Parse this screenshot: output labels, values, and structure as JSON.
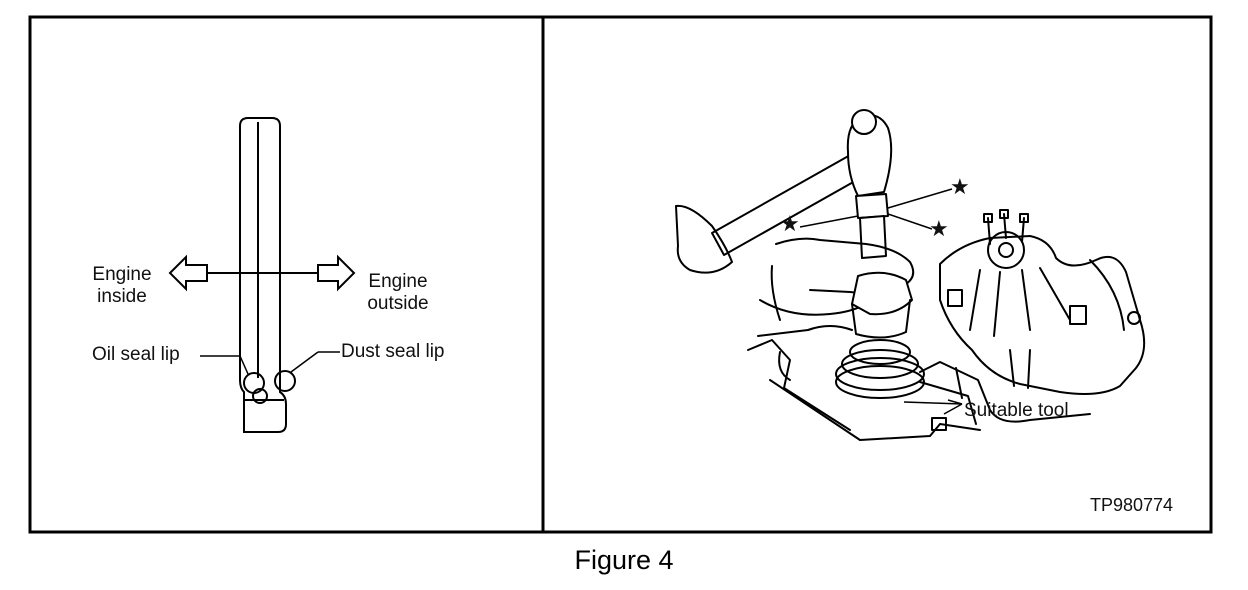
{
  "left_panel": {
    "label_inside_1": "Engine",
    "label_inside_2": "inside",
    "label_outside_1": "Engine",
    "label_outside_2": "outside",
    "oil_seal_label": "Oil seal lip",
    "dust_seal_label": "Dust seal lip"
  },
  "right_panel": {
    "tool_label": "Suitable tool",
    "figure_code": "TP980774",
    "star_symbol": "★"
  },
  "caption": "Figure 4"
}
